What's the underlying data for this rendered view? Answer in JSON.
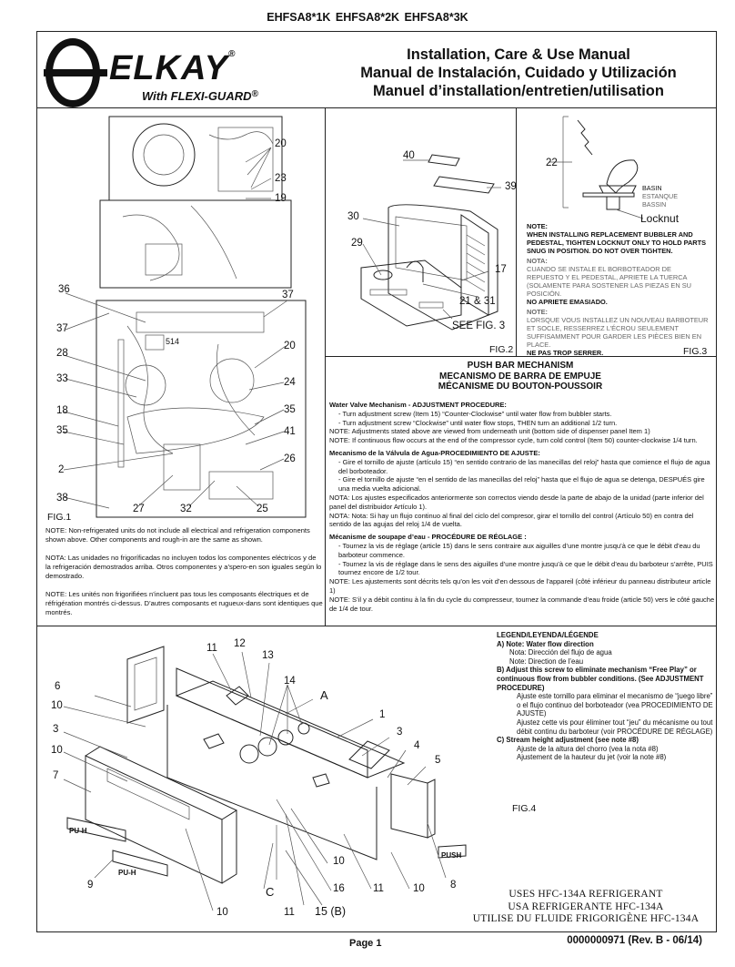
{
  "header": {
    "models": "EHFSA8*1K     EHFSA8*2K     EHFSA8*3K",
    "brand": "ELKAY",
    "brand_reg": "®",
    "subbrand": "With FLEXI-GUARD",
    "subbrand_reg": "®",
    "title_en": "Installation, Care & Use Manual",
    "title_es": "Manual de Instalación, Cuidado y Utilización",
    "title_fr": "Manuel d’installation/entretien/utilisation"
  },
  "fig1": {
    "label": "FIG.1",
    "callouts": [
      "20",
      "23",
      "19",
      "36",
      "37",
      "37",
      "514",
      "20",
      "28",
      "24",
      "33",
      "35",
      "18",
      "41",
      "35",
      "26",
      "2",
      "38",
      "27",
      "32",
      "25"
    ]
  },
  "fig2": {
    "label": "FIG.2",
    "callouts": [
      "40",
      "39",
      "30",
      "29",
      "17",
      "21 & 31",
      "SEE FIG. 3"
    ]
  },
  "fig3": {
    "label": "FIG.3",
    "callout_22": "22",
    "basin": [
      "BASIN",
      "ESTANQUE",
      "BASSIN"
    ],
    "locknut": "Locknut",
    "notes": [
      {
        "head": "NOTE:",
        "body": "WHEN INSTALLING REPLACEMENT BUBBLER AND PEDESTAL, TIGHTEN LOCKNUT ONLY TO HOLD PARTS SNUG IN POSITION. DO NOT OVER TIGHTEN."
      },
      {
        "head": "NOTA:",
        "body": "CUANDO SE INSTALE EL BORBOTEADOR DE REPUESTO Y EL PEDESTAL, APRIETE LA TUERCA (SOLAMENTE PARA SOSTENER LAS PIEZAS EN SU POSICIÓN.",
        "tail": "NO APRIETE EMASIADO."
      },
      {
        "head": "NOTE:",
        "body": "LORSQUE VOUS INSTALLEZ UN NOUVEAU BARBOTEUR ET SOCLE, RESSERREZ L’ÉCROU SEULEMENT SUFFISAMMENT POUR GARDER LES PIÈCES BIEN EN PLACE.",
        "tail": "NE PAS TROP SERRER."
      }
    ]
  },
  "push_bar": {
    "heading": [
      "PUSH BAR MECHANISM",
      "MECANISMO DE BARRA DE EMPUJE",
      "MÉCANISME DU BOUTON-POUSSOIR"
    ],
    "en_head": "Water Valve Mechanism - ADJUSTMENT PROCEDURE:",
    "en_lines": [
      "-  Turn adjustment screw (Item 15) “Counter-Clockwise” until water flow from bubbler starts.",
      "-  Turn adjustment screw “Clockwise” until water flow stops, THEN turn an additional 1/2 turn."
    ],
    "en_note1": "NOTE:  Adjustments stated above are viewed from underneath unit (bottom side of dispenser panel Item 1)",
    "en_note2": "NOTE:    If continuous flow occurs at the end of the compressor cycle, turn cold control (Item 50)  counter-clockwise 1/4 turn.",
    "es_head": "Mecanismo de la Válvula de Agua-PROCEDIMIENTO DE AJUSTE:",
    "es_lines": [
      "- Gire el tornillo de ajuste (artículo 15) “en sentido contrario de las manecillas del reloj” hasta que comience el flujo de agua del borboteador.",
      "- Gire el tornillo de ajuste “en el sentido de las manecillas del reloj” hasta que el flujo de agua se detenga, DESPUÉS gire una media vuelta adicional."
    ],
    "es_note1": "NOTA: Los ajustes especificados anteriormente son correctos viendo desde la parte de abajo de la unidad (parte inferior del panel del distribuidor Artículo 1).",
    "es_note2": "NOTA:  Nota: Si hay un flujo continuo al final del ciclo del compresor, girar el tornillo del control (Artículo 50) en contra del sentido de las agujas del reloj 1/4 de vuelta.",
    "fr_head": "Mécanisme de soupape d’eau - PROCÉDURE DE RÉGLAGE :",
    "fr_lines": [
      "- Tournez la vis de réglage (article 15) dans le sens contraire aux aiguilles d’une montre jusqu’à ce que le débit d’eau du barboteur commence.",
      "- Tournez la vis de réglage dans le sens des aiguilles d’une montre jusqu’à ce que le débit d’eau du barboteur s’arrête, PUIS tournez encore de 1/2 tour."
    ],
    "fr_note1": "NOTE: Les ajustements sont décrits tels qu’on les voit d’en dessous de l’appareil (côté inférieur du panneau distributeur article 1)",
    "fr_note2": "NOTE: S’il y a débit continu à la fin du cycle du compresseur, tournez la commande d’eau froide (article 50) vers le côté gauche de 1/4 de tour."
  },
  "fig1_notes": [
    "NOTE: Non-refrigerated units do not include all electrical and refrigeration components shown above. Other components and rough-in are the same as shown.",
    "NOTA: Las unidades no frigoríficadas no incluyen todos los componentes eléctricos y de la refrigeración demostrados arriba. Otros componentes y a’spero-en son iguales según lo demostrado.",
    "NOTE: Les unités non frigorifiées n’incluent pas tous les composants électriques et de réfrigération montrés ci-dessus. D’autres composants et rugueux-dans sont identiques que montrés."
  ],
  "fig4": {
    "label": "FIG.4",
    "callouts": [
      "11",
      "12",
      "13",
      "14",
      "A",
      "6",
      "10",
      "1",
      "3",
      "3",
      "4",
      "10",
      "5",
      "7",
      "9",
      "C",
      "10",
      "11",
      "15 (B)",
      "16",
      "10",
      "11",
      "10",
      "8"
    ],
    "panel_text": [
      "PU-H",
      "PU-H",
      "PUSH"
    ]
  },
  "legend": {
    "title": "LEGEND/LEYENDA/LÉGENDE",
    "a_head": "A)   Note: Water flow direction",
    "a_es": "Nota: Dirección del flujo de agua",
    "a_fr": "Note: Direction de l’eau",
    "b_head": "B)   Adjust this screw to eliminate mechanism “Free Play” or continuous flow from bubbler conditions.  (See ADJUSTMENT PROCEDURE)",
    "b_es": "Ajuste este tornillo para eliminar el mecanismo de “juego libre” o el flujo continuo del borboteador (vea PROCEDIMIENTO DE AJUSTE)",
    "b_fr": "Ajustez cette vis pour éliminer tout “jeu” du mécanisme ou tout débit continu du barboteur (voir PROCÉDURE DE RÉGLAGE)",
    "c_head": "C)   Stream height adjustment (see note #8)",
    "c_es": "Ajuste de la altura del chorro (vea la nota #8)",
    "c_fr": "Ajustement de la hauteur du jet (voir la note #8)"
  },
  "refrigerant": [
    "USES HFC-134A REFRIGERANT",
    "USA REFRIGERANTE HFC-134A",
    "UTILISE DU FLUIDE FRIGORIGÈNE HFC-134A"
  ],
  "footer": {
    "page": "Page 1",
    "docnum": "0000000971 (Rev. B - 06/14)"
  }
}
